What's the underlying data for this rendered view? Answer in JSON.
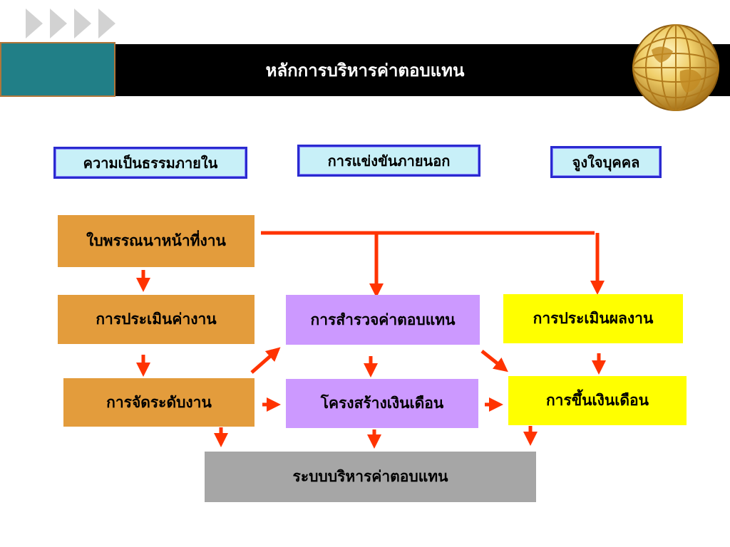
{
  "title": "หลักการบริหารค่าตอบแทน",
  "headers": {
    "internal": "ความเป็นธรรมภายใน",
    "external": "การแข่งขันภายนอก",
    "individual": "จูงใจบุคคล"
  },
  "boxes": {
    "job_description": "ใบพรรณนาหน้าที่งาน",
    "job_evaluation": "การประเมินค่างาน",
    "job_grading": "การจัดระดับงาน",
    "pay_survey": "การสำรวจค่าตอบแทน",
    "salary_structure": "โครงสร้างเงินเดือน",
    "performance_appraisal": "การประเมินผลงาน",
    "salary_increase": "การขึ้นเงินเดือน",
    "compensation_system": "ระบบบริหารค่าตอบแทน"
  },
  "colors": {
    "arrow": "#ff3300",
    "orange": "#e39c3c",
    "purple": "#cc99ff",
    "yellow": "#ffff00",
    "gray": "#a6a6a6",
    "title_bar": "#000000",
    "teal": "#217f87"
  },
  "icons": [
    "chevron-icon",
    "globe-icon"
  ]
}
